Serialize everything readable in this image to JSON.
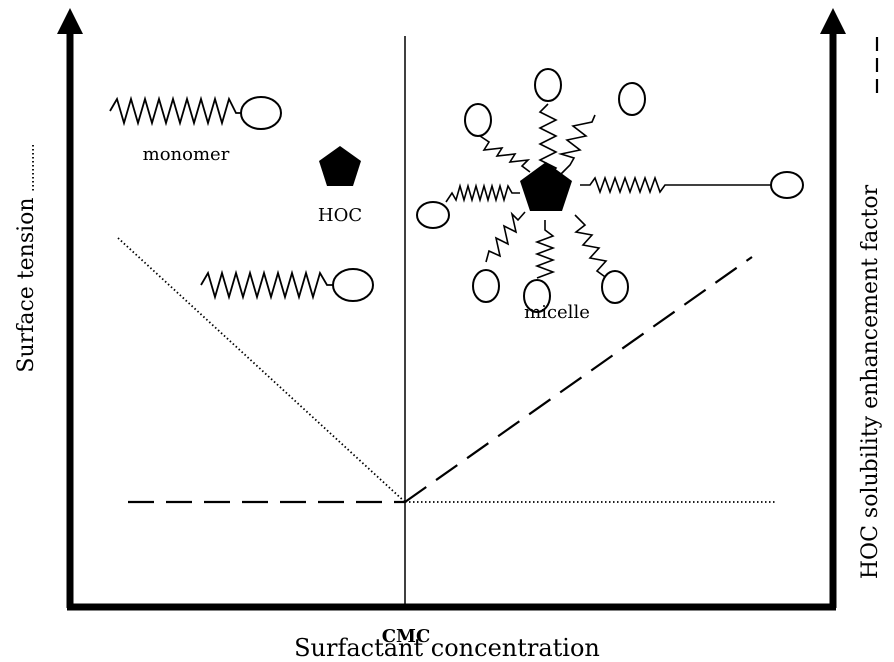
{
  "axes": {
    "x_label": "Surfactant concentration",
    "y_left_label": "Surface tension",
    "y_right_label": "HOC solubility enhancement factor",
    "cmc_label": "CMC"
  },
  "annotations": {
    "monomer": "monomer",
    "hoc": "HOC",
    "micelle": "micelle"
  },
  "legend": {
    "left_style": "dotted",
    "right_style": "dashed"
  },
  "colors": {
    "ink": "#000000",
    "background": "#ffffff"
  }
}
